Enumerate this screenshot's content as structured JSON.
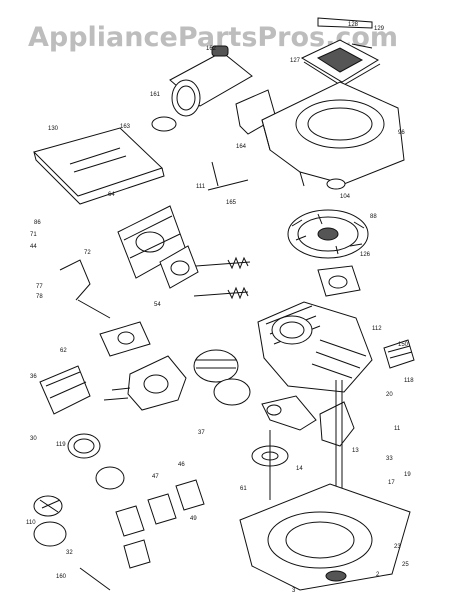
{
  "watermark": "AppliancePartsPros.com",
  "parts": {
    "p128": "128",
    "p129": "129",
    "p127": "127",
    "p162": "162",
    "p161": "161",
    "p163": "163",
    "p130": "130",
    "p164": "164",
    "p111": "111",
    "p96": "96",
    "p88": "88",
    "p104": "104",
    "p165": "165",
    "p64": "64",
    "p86": "86",
    "p71": "71",
    "p44": "44",
    "p126": "126",
    "p72": "72",
    "p77": "77",
    "p78": "78",
    "p54": "54",
    "p62": "62",
    "p112": "112",
    "p150": "150",
    "p118": "118",
    "p20": "20",
    "p36": "36",
    "p11": "11",
    "p13": "13",
    "p33": "33",
    "p14": "14",
    "p17": "17",
    "p19": "19",
    "p37": "37",
    "p46": "46",
    "p47": "47",
    "p49": "49",
    "p61": "61",
    "p119": "119",
    "p30": "30",
    "p23": "23",
    "p25": "25",
    "p2": "2",
    "p3": "3",
    "p110": "110",
    "p32": "32",
    "p160": "160"
  }
}
